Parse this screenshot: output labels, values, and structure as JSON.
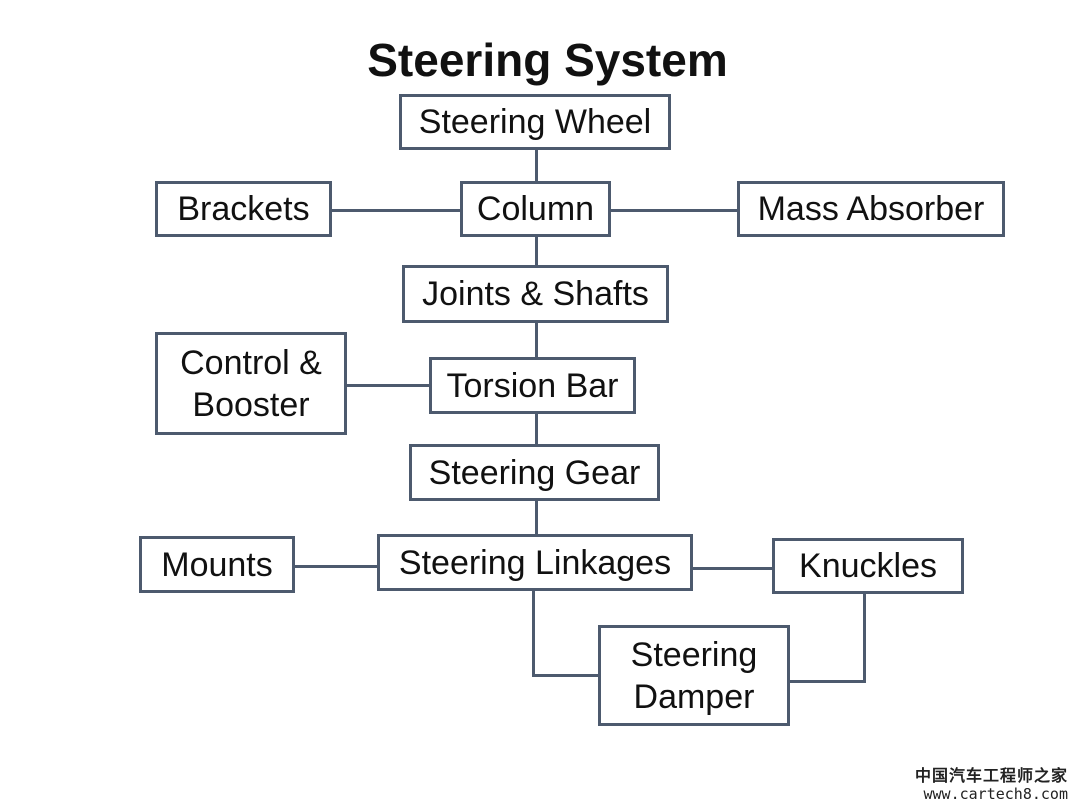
{
  "title": "Steering System",
  "nodes": {
    "steering_wheel": "Steering Wheel",
    "brackets": "Brackets",
    "column": "Column",
    "mass_absorber": "Mass Absorber",
    "joints_shafts": "Joints & Shafts",
    "control_booster": "Control &\nBooster",
    "torsion_bar": "Torsion Bar",
    "steering_gear": "Steering Gear",
    "mounts": "Mounts",
    "steering_linkages": "Steering Linkages",
    "knuckles": "Knuckles",
    "steering_damper": "Steering\nDamper"
  },
  "watermark": {
    "line1": "中国汽车工程师之家",
    "line2": "www.cartech8.com"
  },
  "colors": {
    "line": "#4d5a6e",
    "border": "#4d5a6e",
    "text": "#111111"
  }
}
